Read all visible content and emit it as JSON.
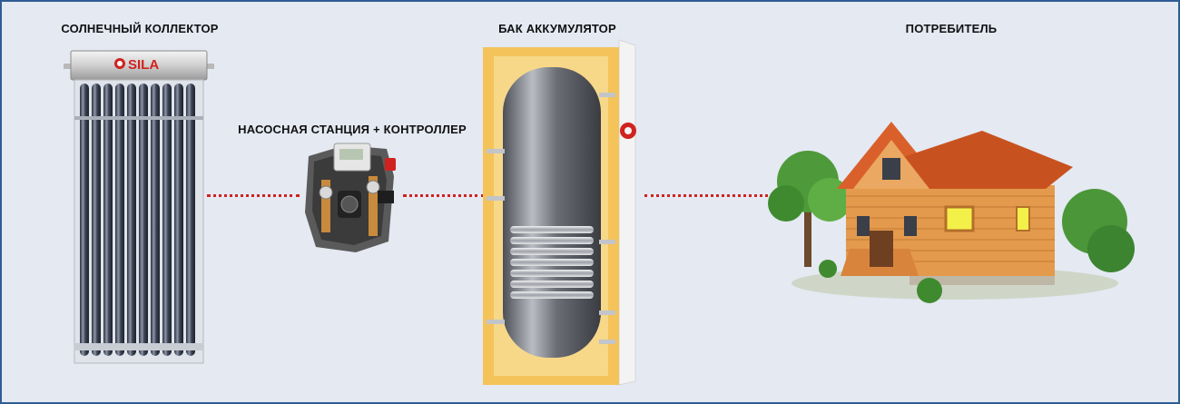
{
  "labels": {
    "collector": "СОЛНЕЧНЫЙ КОЛЛЕКТОР",
    "pump_station": "НАСОСНАЯ СТАНЦИЯ + КОНТРОЛЛЕР",
    "tank": "БАК АККУМУЛЯТОР",
    "consumer": "ПОТРЕБИТЕЛЬ"
  },
  "collector": {
    "brand": "SILA"
  },
  "colors": {
    "connector": "#d0221f",
    "frame_border": "#2e5d95",
    "background": "#e4e9f2",
    "brand_red": "#d0221f",
    "tank_insulation": "#f4c35a",
    "roof": "#d9602a",
    "wood": "#e49a4c"
  }
}
